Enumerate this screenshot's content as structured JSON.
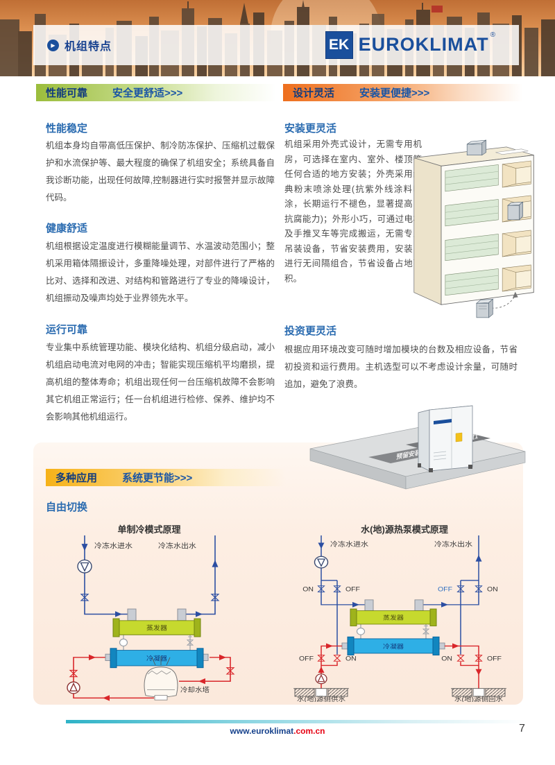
{
  "header": {
    "section_title": "机组特点",
    "logo": {
      "mark": "EK",
      "name": "EUROKLIMAT",
      "reg": "®"
    }
  },
  "banners": {
    "b1": {
      "title": "性能可靠",
      "subtitle": "安全更舒适>>>"
    },
    "b2": {
      "title": "设计灵活",
      "subtitle": "安装更便捷>>>"
    },
    "b3": {
      "title": "多种应用",
      "subtitle": "系统更节能>>>"
    }
  },
  "sections": {
    "stable": {
      "title": "性能稳定",
      "body": "机组本身均自带高低压保护、制冷防冻保护、压缩机过载保护和水流保护等、最大程度的确保了机组安全；系统具备自我诊断功能，出现任何故障,控制器进行实时报警并显示故障代码。"
    },
    "comfort": {
      "title": "健康舒适",
      "body": "机组根据设定温度进行模糊能量调节、水温波动范围小；整机采用箱体隔振设计，多重降噪处理，对部件进行了严格的比对、选择和改进、对结构和管路进行了专业的降噪设计，机组振动及噪声均处于业界领先水平。"
    },
    "reliable": {
      "title": "运行可靠",
      "body": "专业集中系统管理功能、模块化结构、机组分级启动，减小机组启动电流对电网的冲击；智能实现压缩机平均磨损，提高机组的整体寿命；机组出现任何一台压缩机故障不会影响其它机组正常运行；任一台机组进行检修、保养、维护均不会影响其他机组运行。"
    },
    "install": {
      "title": "安装更灵活",
      "body": "机组采用外壳式设计，无需专用机房，可选择在室内、室外、楼顶等任何合适的地方安装；外壳采用经典粉末喷涂处理(抗紫外线涂料喷涂，长期运行不褪色，显著提高了抗腐能力)；外形小巧，可通过电梯及手推叉车等完成搬运，无需专业吊装设备，节省安装费用，安装时进行无间隔组合，节省设备占地面积。"
    },
    "invest": {
      "title": "投资更灵活",
      "body": "根据应用环境改变可随时增加模块的台数及相应设备，节省初投资和运行费用。主机选型可以不考虑设计余量，可随时追加，避免了浪费。"
    }
  },
  "free_switch_title": "自由切换",
  "platform": {
    "pos1": "预留安装位置1",
    "pos2": "预留安装位置2"
  },
  "diagrams": {
    "cooling": {
      "title": "单制冷模式原理",
      "chilled_in": "冷冻水进水",
      "chilled_out": "冷冻水出水",
      "evaporator": "蒸发器",
      "condenser": "冷凝器",
      "cooling_tower": "冷却水塔"
    },
    "heatpump": {
      "title": "水(地)源热泵模式原理",
      "chilled_in": "冷冻水进水",
      "chilled_out": "冷冻水出水",
      "evaporator": "蒸发器",
      "condenser": "冷凝器",
      "source_supply": "水(地)源侧供水",
      "source_return": "水(地)源侧回水",
      "on": "ON",
      "off": "OFF"
    }
  },
  "footer": {
    "url_main": "www.euroklimat",
    "url_tld": ".com.cn",
    "page_number": "7"
  },
  "colors": {
    "accent_green": "#9bbd3c",
    "accent_orange": "#ee6f1e",
    "accent_yellow": "#f6b219",
    "heading_blue": "#2a6bb0",
    "logo_blue": "#1a4f9c",
    "pipe_blue": "#2b4ea2",
    "pipe_red": "#d9262a",
    "evaporator_fill": "#c6d92e",
    "condenser_fill": "#2eafe6"
  }
}
